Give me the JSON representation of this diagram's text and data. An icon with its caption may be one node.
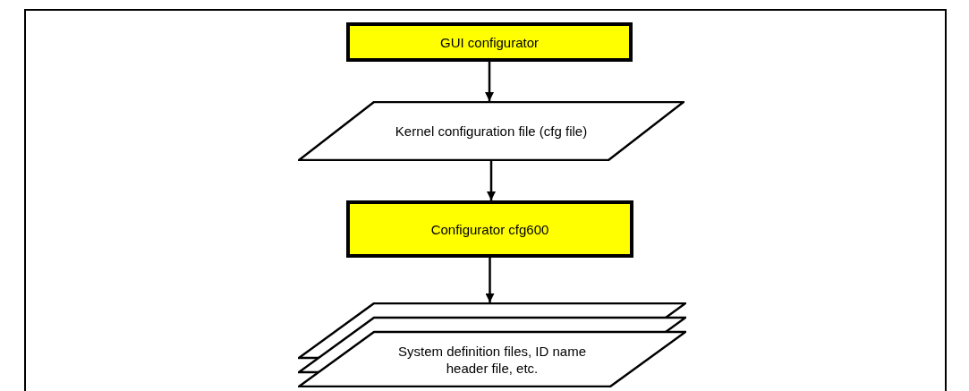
{
  "diagram": {
    "nodes": [
      {
        "text": [
          "GUI configurator"
        ]
      },
      {
        "text": [
          "Kernel configuration file (cfg file)"
        ]
      },
      {
        "text": [
          "Configurator cfg600"
        ]
      },
      {
        "text": [
          "System definition files, ID name header file, etc."
        ]
      }
    ],
    "edges": [
      {
        "from": 0,
        "to": 1,
        "arrow": "to"
      },
      {
        "from": 1,
        "to": 2,
        "arrow": "to"
      },
      {
        "from": 2,
        "to": 3,
        "arrow": "to"
      }
    ]
  }
}
